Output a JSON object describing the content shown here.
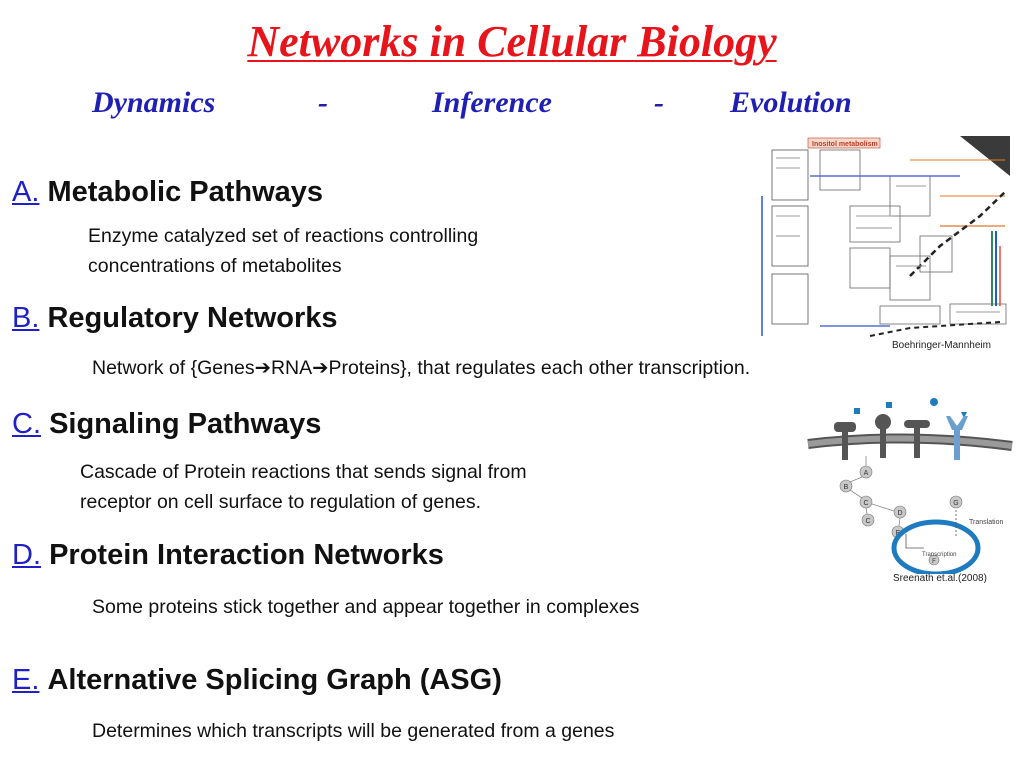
{
  "title": "Networks in Cellular Biology",
  "subtitle": {
    "dynamics": "Dynamics",
    "sep1": "-",
    "inference": "Inference",
    "sep2": "-",
    "evolution": "Evolution"
  },
  "sections": [
    {
      "letter": "A.",
      "heading": "Metabolic Pathways",
      "desc": [
        "Enzyme catalyzed set of reactions controlling",
        "concentrations of metabolites"
      ]
    },
    {
      "letter": "B.",
      "heading": "Regulatory Networks",
      "desc_parts": [
        "Network of {Genes",
        "➔",
        "RNA",
        "➔",
        "Proteins}, that regulates each other transcription."
      ]
    },
    {
      "letter": "C.",
      "heading": "Signaling Pathways",
      "desc": [
        "Cascade of Protein reactions that sends signal from",
        "receptor on cell surface to regulation of genes."
      ]
    },
    {
      "letter": "D.",
      "heading": "Protein Interaction Networks",
      "desc": [
        "Some proteins stick together and appear together in complexes"
      ]
    },
    {
      "letter": "E.",
      "heading": "Alternative Splicing Graph (ASG)",
      "desc": [
        "Determines which transcripts will be generated from a genes"
      ]
    }
  ],
  "metabolic_figure": {
    "header": "Inositol metabolism",
    "caption": "Boehringer-Mannheim"
  },
  "signaling_figure": {
    "nodes": [
      "A",
      "B",
      "C",
      "C",
      "D",
      "E",
      "G",
      "F"
    ],
    "translation_label": "Translation",
    "transcription_label": "Transcription",
    "caption": "Sreenath et.al.(2008)"
  }
}
